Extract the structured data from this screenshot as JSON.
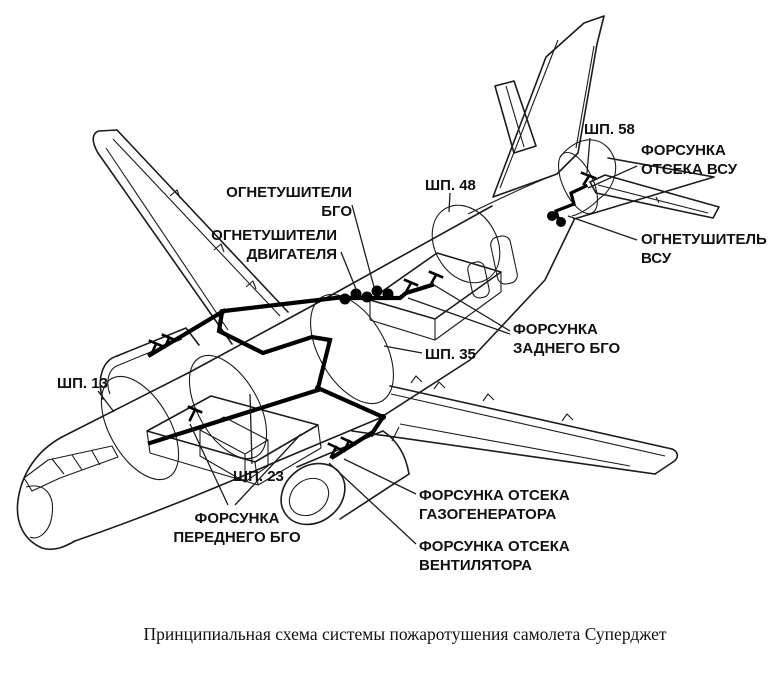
{
  "diagram": {
    "caption": "Принципиальная схема системы пожаротушения самолета Суперджет",
    "colors": {
      "line": "#1b1b1b",
      "pipe": "#000000",
      "background": "#ffffff"
    },
    "labels": {
      "bgo_extinguishers": {
        "line1": "ОГНЕТУШИТЕЛИ",
        "line2": "БГО"
      },
      "engine_extinguishers": {
        "line1": "ОГНЕТУШИТЕЛИ",
        "line2": "ДВИГАТЕЛЯ"
      },
      "frame13": "ШП. 13",
      "frame23": "ШП. 23",
      "frame35": "ШП. 35",
      "frame48": "ШП. 48",
      "frame58": "ШП. 58",
      "apu_nozzle": {
        "line1": "ФОРСУНКА",
        "line2": "ОТСЕКА ВСУ"
      },
      "apu_extinguisher": {
        "line1": "ОГНЕТУШИТЕЛЬ",
        "line2": "ВСУ"
      },
      "rear_bgo_nozzle": {
        "line1": "ФОРСУНКА",
        "line2": "ЗАДНЕГО БГО"
      },
      "front_bgo_nozzle": {
        "line1": "ФОРСУНКА",
        "line2": "ПЕРЕДНЕГО БГО"
      },
      "gas_generator_nozzle": {
        "line1": "ФОРСУНКА ОТСЕКА",
        "line2": "ГАЗОГЕНЕРАТОРА"
      },
      "fan_nozzle": {
        "line1": "ФОРСУНКА ОТСЕКА",
        "line2": "ВЕНТИЛЯТОРА"
      }
    }
  }
}
